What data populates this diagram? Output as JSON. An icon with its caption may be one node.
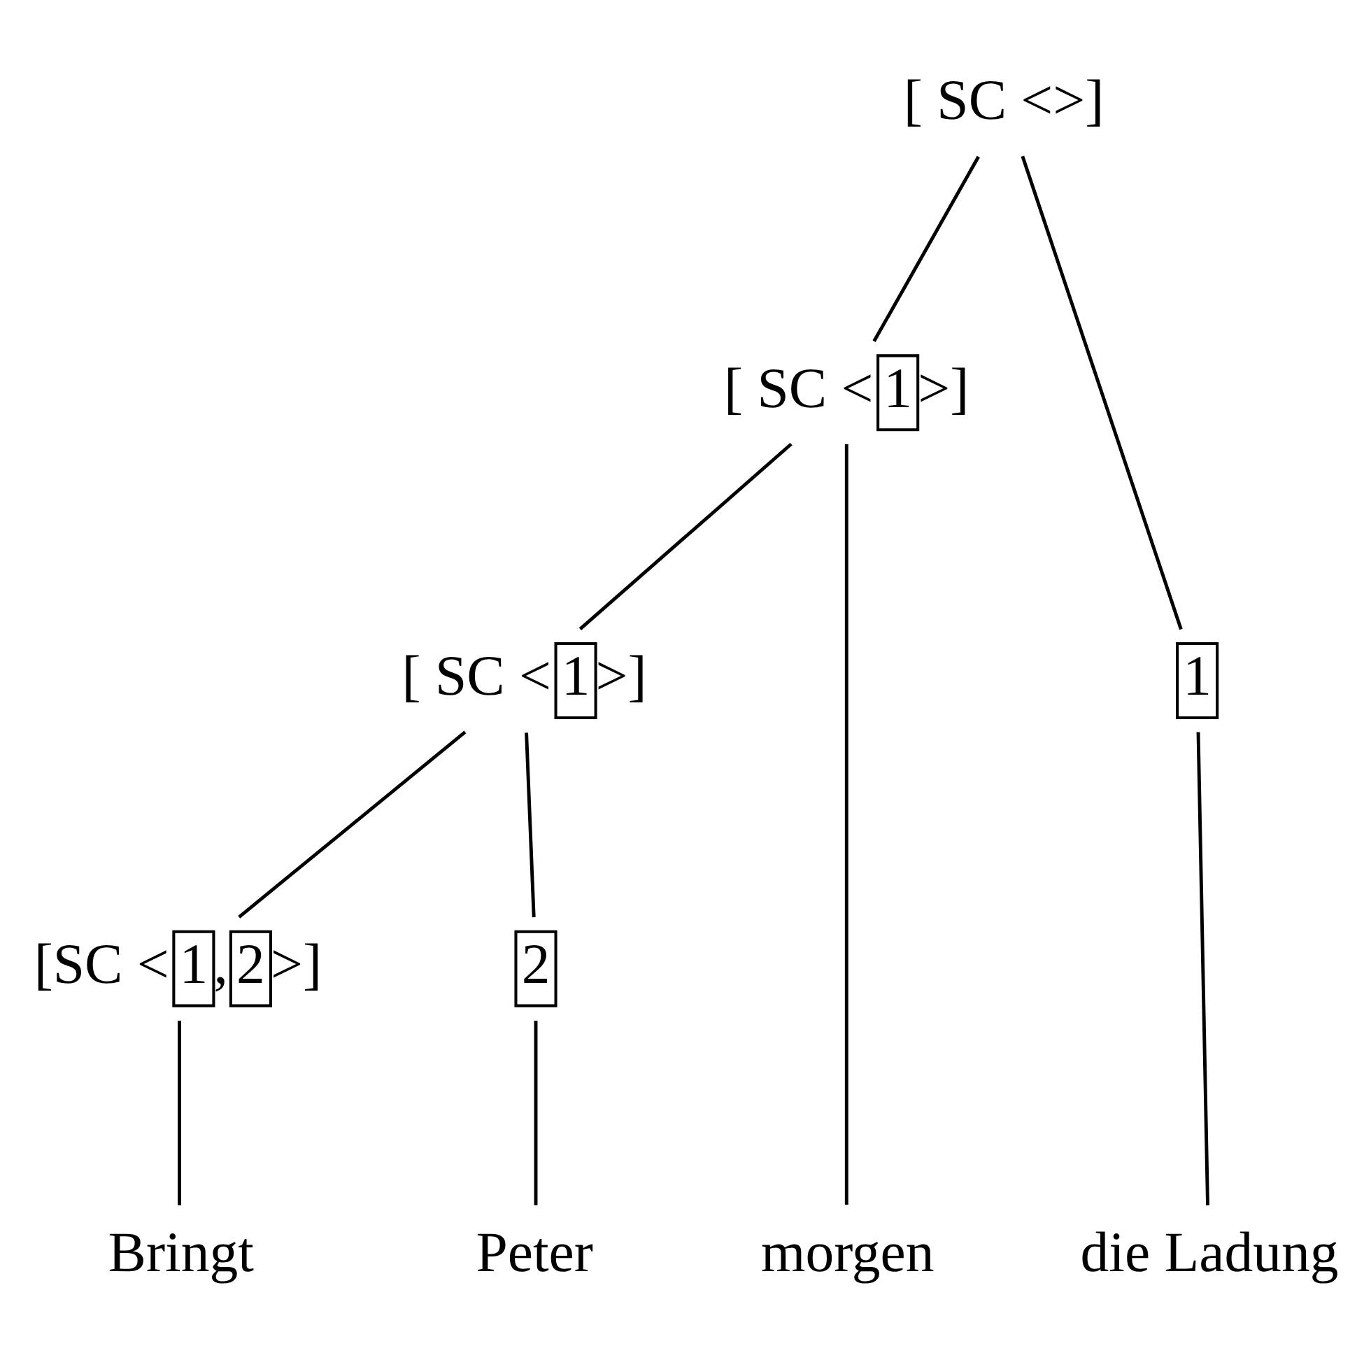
{
  "diagram": {
    "nodes": [
      {
        "text": [
          "[ SC <>]"
        ]
      },
      {
        "text": [
          "[ SC <1>]"
        ]
      },
      {
        "text": [
          "1"
        ]
      },
      {
        "text": [
          "[ SC <1>]"
        ]
      },
      {
        "text": [
          "[SC <1,2>]"
        ]
      },
      {
        "text": [
          "2"
        ]
      },
      {
        "text": [
          "Bringt"
        ]
      },
      {
        "text": [
          "Peter"
        ]
      },
      {
        "text": [
          "morgen"
        ]
      },
      {
        "text": [
          "die Ladung"
        ]
      }
    ],
    "edges": [
      {
        "from": 0,
        "to": 1,
        "arrow": "none"
      },
      {
        "from": 0,
        "to": 2,
        "arrow": "none"
      },
      {
        "from": 1,
        "to": 3,
        "arrow": "none"
      },
      {
        "from": 1,
        "to": 8,
        "arrow": "none"
      },
      {
        "from": 2,
        "to": 9,
        "arrow": "none"
      },
      {
        "from": 3,
        "to": 4,
        "arrow": "none"
      },
      {
        "from": 3,
        "to": 5,
        "arrow": "none"
      },
      {
        "from": 4,
        "to": 6,
        "arrow": "none"
      },
      {
        "from": 5,
        "to": 7,
        "arrow": "none"
      }
    ]
  }
}
